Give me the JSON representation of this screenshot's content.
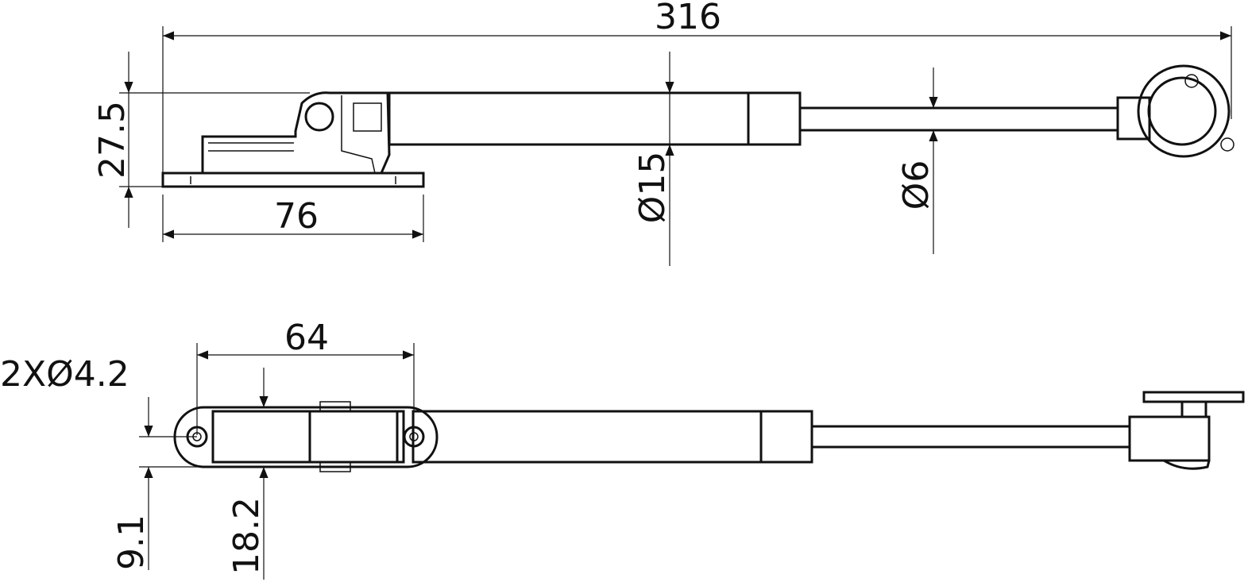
{
  "top_view": {
    "overall_length": "316",
    "height": "27.5",
    "base_length": "76",
    "cylinder_diameter": "Ø15",
    "rod_diameter": "Ø6"
  },
  "bottom_view": {
    "hole_spacing": "64",
    "hole_spec": "2XØ4.2",
    "hole_offset": "9.1",
    "bracket_width": "18.2"
  }
}
